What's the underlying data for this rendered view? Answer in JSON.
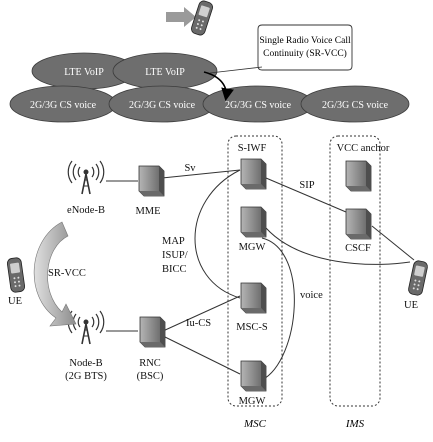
{
  "top": {
    "callout": [
      "Single Radio Voice Call",
      "Continuity (SR-VCC)"
    ],
    "lte_cells": [
      "LTE VoIP",
      "LTE VoIP"
    ],
    "cs_cells": [
      "2G/3G CS voice",
      "2G/3G CS voice",
      "2G/3G CS voice",
      "2G/3G CS voice"
    ]
  },
  "labels": {
    "enodeb": "eNode-B",
    "mme": "MME",
    "sv": "Sv",
    "siwf": "S-IWF",
    "sip": "SIP",
    "vcc_anchor": "VCC anchor",
    "mgw_top": "MGW",
    "cscf": "CSCF",
    "protocols": [
      "MAP",
      "ISUP/",
      "BICC"
    ],
    "voice": "voice",
    "ue_left": "UE",
    "ue_right": "UE",
    "sr_vcc": "SR-VCC",
    "iu_cs": "Iu-CS",
    "msc_s": "MSC-S",
    "nodeb": [
      "Node-B",
      "(2G BTS)"
    ],
    "rnc": [
      "RNC",
      "(BSC)"
    ],
    "mgw_bottom": "MGW",
    "msc": "MSC",
    "ims": "IMS"
  },
  "colors": {
    "cell_fill": "#6e6e6e",
    "cell_text": "#ffffff",
    "device_fill": "#8a8a8a",
    "device_dark": "#5a5a5a",
    "line": "#333333",
    "arrow": "#888888"
  }
}
